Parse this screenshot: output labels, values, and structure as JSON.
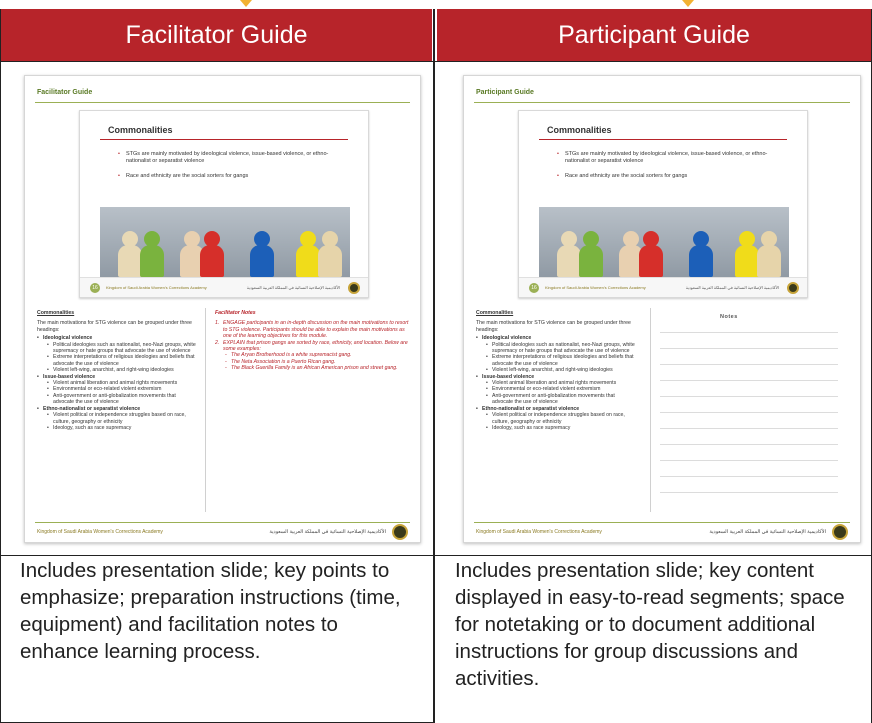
{
  "columns": [
    {
      "header": "Facilitator Guide",
      "description": "Includes presentation slide; key points to emphasize; preparation instructions (time, equipment) and facilitation notes to enhance learning process.",
      "page": {
        "title": "Facilitator Guide",
        "slide": {
          "title": "Commonalities",
          "bullets": [
            "STGs are mainly motivated by ideological violence, issue-based violence, or ethno-nationalist or separatist violence",
            "Race and ethnicity are the social sorters for gangs"
          ],
          "number": "16",
          "footer_en": "Kingdom of Saudi Arabia Women's Corrections Academy",
          "footer_ar": "الأكاديمية الإصلاحية النسائية في المملكة العربية السعودية"
        },
        "body": {
          "heading": "Commonalities",
          "intro": "The main motivations for STG violence can be grouped under three headings:",
          "groups": [
            {
              "label": "Ideological violence",
              "items": [
                "Political ideologies such as nationalist, neo-Nazi groups, white supremacy or hate groups that advocate the use of violence",
                "Extreme interpretations of religious ideologies and beliefs that advocate the use of violence",
                "Violent left-wing, anarchist, and right-wing ideologies"
              ]
            },
            {
              "label": "Issue-based violence",
              "items": [
                "Violent animal liberation and animal rights movements",
                "Environmental or eco-related violent extremism",
                "Anti-government or anti-globalization movements that advocate the use of violence"
              ]
            },
            {
              "label": "Ethno-nationalist or separatist violence",
              "items": [
                "Violent political or independence struggles based on race, culture, geography or ethnicity",
                "Ideology, such as race supremacy"
              ]
            }
          ]
        },
        "notes": {
          "heading": "Facilitator Notes",
          "items": [
            {
              "num": "1.",
              "text": "ENGAGE participants in an in-depth discussion on the main motivations to resort to STG violence. Participants should be able to explain the main motivations as one of the learning objectives for this module."
            },
            {
              "num": "2.",
              "text": "EXPLAIN that prison gangs are sorted by race, ethnicity, and location. Below are some examples:"
            }
          ],
          "examples": [
            "The Aryan Brotherhood is a white supremacist gang.",
            "The Neta Association is a Puerto Rican gang.",
            "The Black Guerilla Family is an African American prison and street gang."
          ]
        },
        "footer_en": "Kingdom of Saudi Arabia Women's Corrections Academy",
        "footer_ar": "الأكاديمية الإصلاحية النسائية في المملكة العربية السعودية"
      }
    },
    {
      "header": "Participant Guide",
      "description": "Includes presentation slide; key content displayed in easy-to-read segments; space for notetaking or to document additional instructions for group discussions and activities.",
      "page": {
        "title": "Participant Guide",
        "slide": {
          "title": "Commonalities",
          "bullets": [
            "STGs are mainly motivated by ideological violence, issue-based violence, or ethno-nationalist or separatist violence",
            "Race and ethnicity are the social sorters for gangs"
          ],
          "number": "16",
          "footer_en": "Kingdom of Saudi Arabia Women's Corrections Academy",
          "footer_ar": "الأكاديمية الإصلاحية النسائية في المملكة العربية السعودية"
        },
        "body": {
          "heading": "Commonalities",
          "intro": "The main motivations for STG violence can be grouped under three headings:",
          "groups": [
            {
              "label": "Ideological violence",
              "items": [
                "Political ideologies such as nationalist, neo-Nazi groups, white supremacy or hate groups that advocate the use of violence",
                "Extreme interpretations of religious ideologies and beliefs that advocate the use of violence",
                "Violent left-wing, anarchist, and right-wing ideologies"
              ]
            },
            {
              "label": "Issue-based violence",
              "items": [
                "Violent animal liberation and animal rights movements",
                "Environmental or eco-related violent extremism",
                "Anti-government or anti-globalization movements that advocate the use of violence"
              ]
            },
            {
              "label": "Ethno-nationalist or separatist violence",
              "items": [
                "Violent political or independence struggles based on race, culture, geography or ethnicity",
                "Ideology, such as race supremacy"
              ]
            }
          ]
        },
        "notes_title": "Notes",
        "footer_en": "Kingdom of Saudi Arabia Women's Corrections Academy",
        "footer_ar": "الأكاديمية الإصلاحية النسائية في المملكة العربية السعودية"
      }
    }
  ],
  "colors": {
    "header_red": "#b7242a",
    "arrow_gold": "#f2b233",
    "accent_green": "#9bb055",
    "figure_colors": [
      "#e8d9b5",
      "#7ab33e",
      "#e8d0b0",
      "#d62f2a",
      "#1c5fb8",
      "#f0dc1a",
      "#e6d4aa"
    ]
  }
}
